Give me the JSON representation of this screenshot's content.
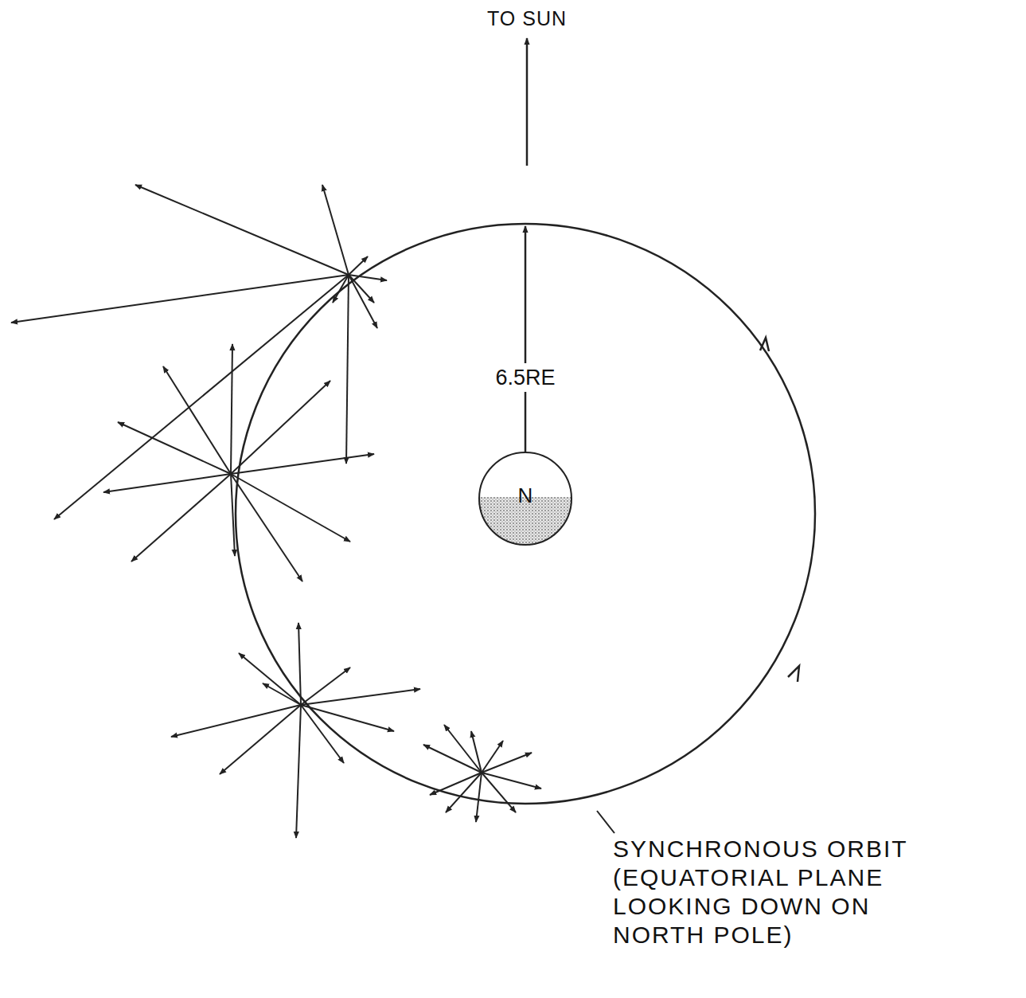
{
  "diagram": {
    "nodes": [
      {
        "text": [
          "N"
        ]
      }
    ],
    "labels": [
      "TO SUN",
      "6.5RE",
      "SYNCHRONOUS ORBIT (EQUATORIAL PLANE LOOKING DOWN ON NORTH POLE)"
    ]
  }
}
